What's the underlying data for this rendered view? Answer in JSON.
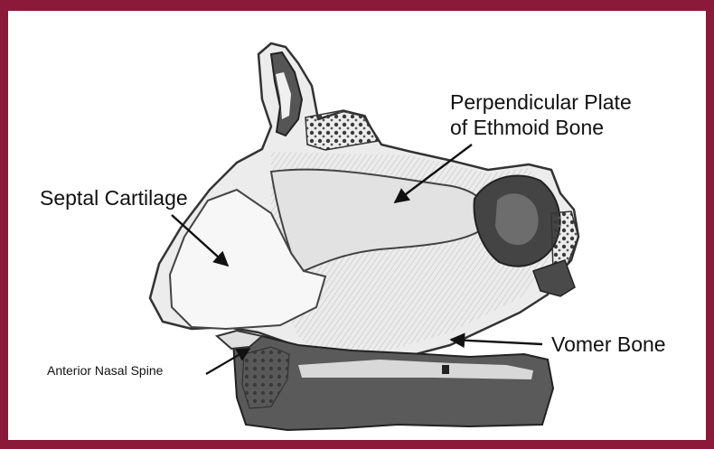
{
  "colors": {
    "frame_border": "#8b1a3a",
    "background": "#ffffff",
    "sketch_stroke": "#333333",
    "sketch_shade": "#9a9a9a",
    "arrow": "#111111",
    "label_text": "#111111"
  },
  "labels": {
    "perpendicular_plate_line1": "Perpendicular Plate",
    "perpendicular_plate_line2": "of Ethmoid Bone",
    "septal_cartilage": "Septal Cartilage",
    "vomer_bone": "Vomer Bone",
    "anterior_nasal_spine": "Anterior Nasal Spine"
  }
}
